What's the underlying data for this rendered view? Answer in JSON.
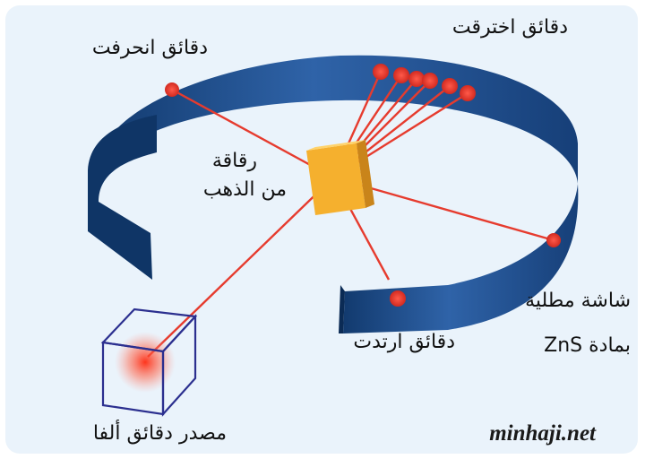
{
  "labels": {
    "transmitted": "دقائق اخترقت",
    "deflected": "دقائق انحرفت",
    "foil_line1": "رقاقة",
    "foil_line2": "من الذهب",
    "screen_line1": "شاشة مطلية",
    "screen_line2": "بمادة ZnS",
    "bounced": "دقائق ارتدت",
    "source": "مصدر دقائق ألفا"
  },
  "watermark": "minhaji.net",
  "colors": {
    "screen": "#1f4f8c",
    "screen_dark": "#0f2f5e",
    "beam": "#e63b2e",
    "foil": "#f5b02e",
    "source_box": "#2b2f8f"
  },
  "icons": [
    "gold-foil-icon",
    "alpha-source-box-icon",
    "impact-spot-icon"
  ]
}
